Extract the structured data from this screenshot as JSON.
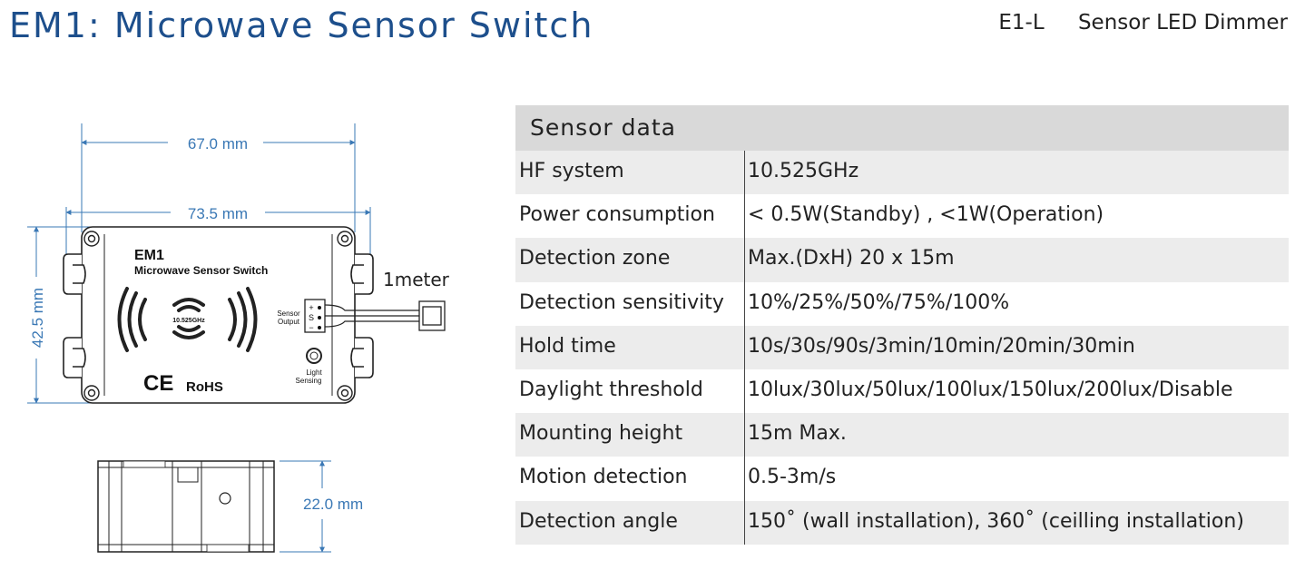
{
  "header": {
    "title": "EM1: Microwave Sensor Switch",
    "code": "E1-L",
    "product": "Sensor LED Dimmer"
  },
  "diagram": {
    "width_label": "67.0 mm",
    "width_outer_label": "73.5 mm",
    "height_label": "42.5 mm",
    "depth_label": "22.0 mm",
    "cable_label": "1meter",
    "device_name": "EM1",
    "device_subtitle": "Microwave Sensor Switch",
    "frequency": "10.525GHz",
    "sensor_output_line1": "Sensor",
    "sensor_output_line2": "Output",
    "pin_plus": "+",
    "pin_s": "S",
    "pin_minus": "−",
    "light_sensing_line1": "Light",
    "light_sensing_line2": "Sensing",
    "ce_mark": "CE",
    "rohs": "RoHS"
  },
  "table": {
    "heading": "Sensor data",
    "rows": [
      {
        "k": "HF system",
        "v": "10.525GHz"
      },
      {
        "k": "Power consumption",
        "v": "< 0.5W(Standby) ,  <1W(Operation)"
      },
      {
        "k": "Detection zone",
        "v": "Max.(DxH)  20 x 15m"
      },
      {
        "k": "Detection sensitivity",
        "v": "10%/25%/50%/75%/100%"
      },
      {
        "k": "Hold time",
        "v": " 10s/30s/90s/3min/10min/20min/30min"
      },
      {
        "k": "Daylight threshold",
        "v": " 10lux/30lux/50lux/100lux/150lux/200lux/Disable"
      },
      {
        "k": "Mounting height",
        "v": "15m Max."
      },
      {
        "k": "Motion detection",
        "v": " 0.5-3m/s"
      },
      {
        "k": "Detection angle",
        "v": " 150˚  (wall installation),  360˚  (ceilling installation)"
      }
    ]
  },
  "colors": {
    "title": "#1d4f8c",
    "dimension": "#3a78b5",
    "row_shade": "#ececec",
    "heading_bg": "#d9d9d9"
  }
}
